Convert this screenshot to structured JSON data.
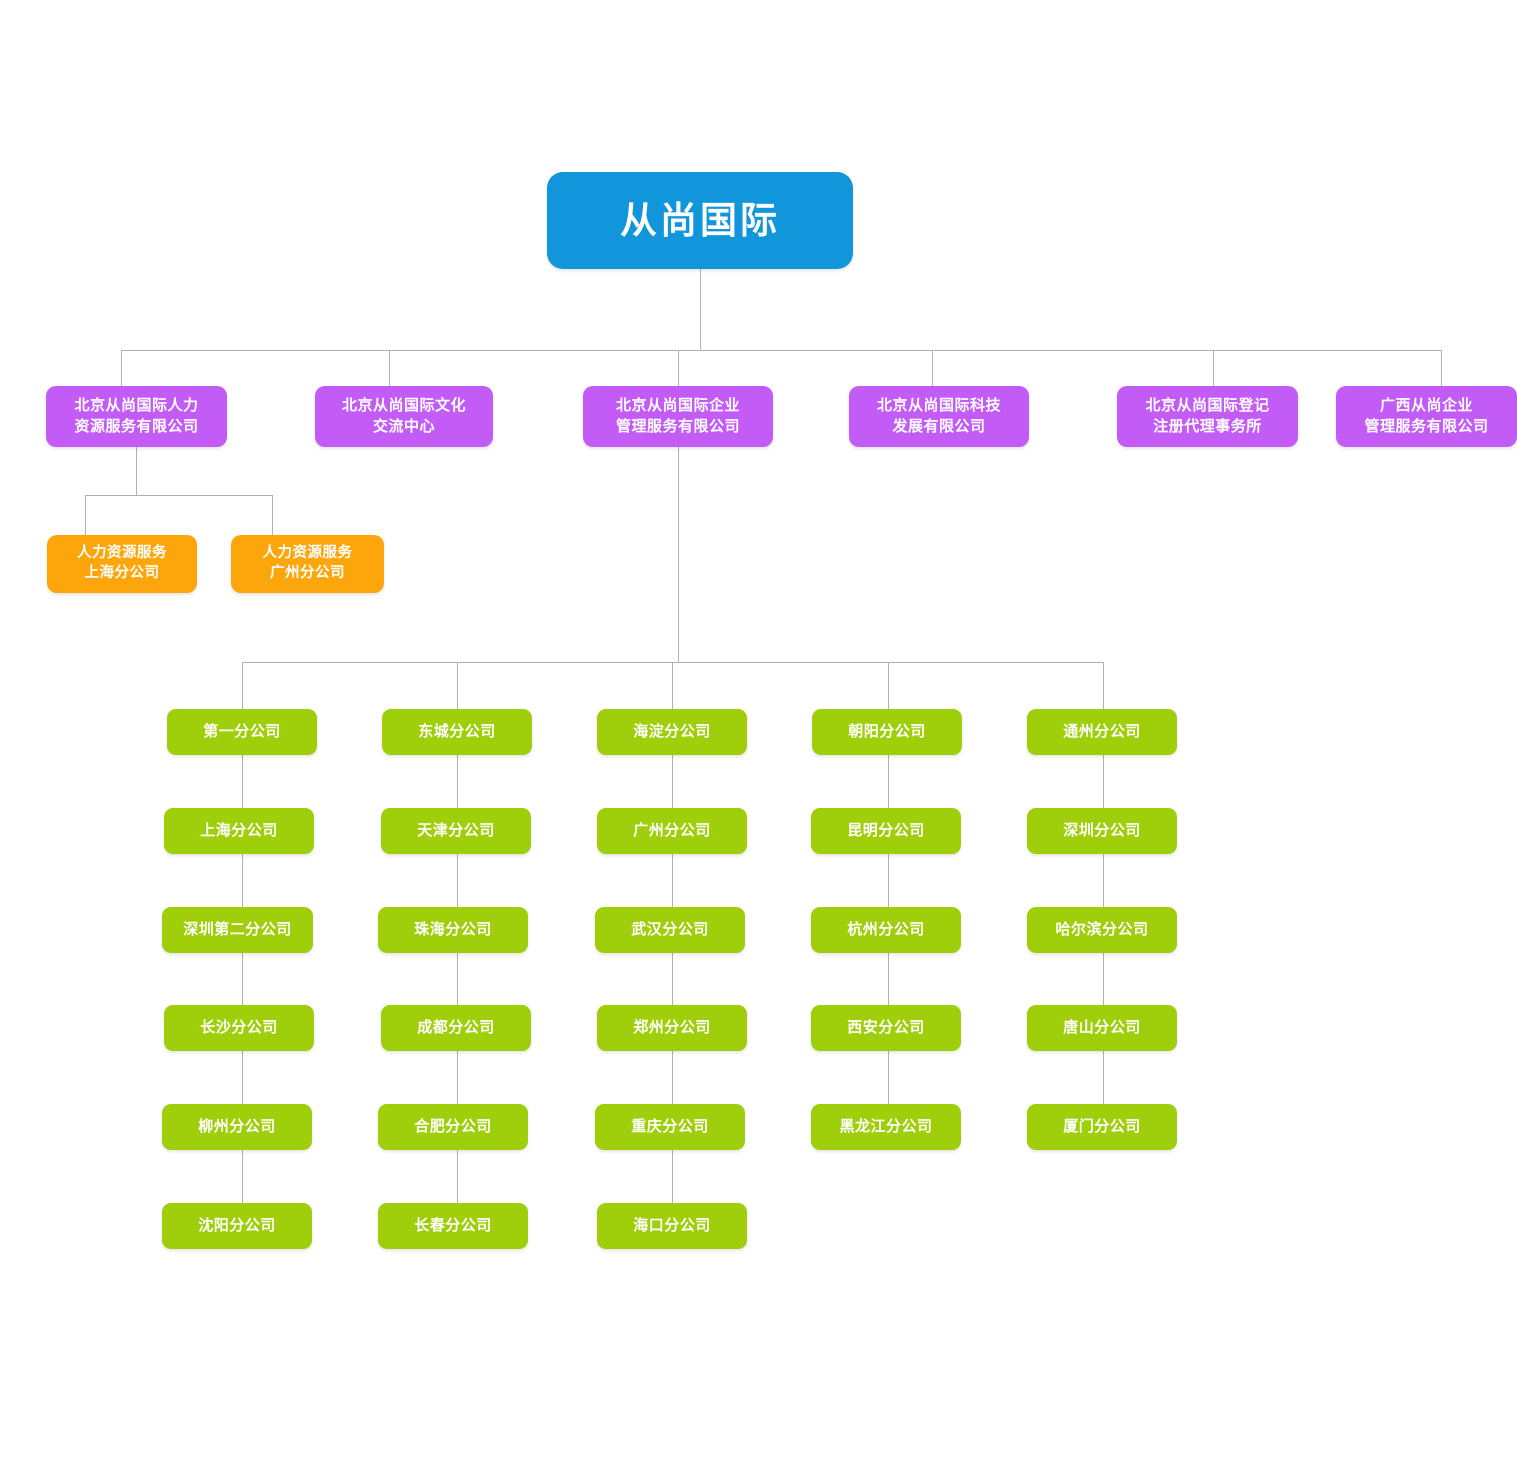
{
  "meta": {
    "title": "从尚国际 组织架构图",
    "background": "#ffffff"
  },
  "colors": {
    "root": "#1195db",
    "division": "#c35cf6",
    "branch_office": "#fca60b",
    "leaf": "#9fce0a",
    "connector": "#b0b0b0",
    "text": "#ffffff"
  },
  "root": {
    "label": "从尚国际"
  },
  "divisions": [
    {
      "id": "d1",
      "label": "北京从尚国际人力\n资源服务有限公司"
    },
    {
      "id": "d2",
      "label": "北京从尚国际文化\n交流中心"
    },
    {
      "id": "d3",
      "label": "北京从尚国际企业\n管理服务有限公司"
    },
    {
      "id": "d4",
      "label": "北京从尚国际科技\n发展有限公司"
    },
    {
      "id": "d5",
      "label": "北京从尚国际登记\n注册代理事务所"
    },
    {
      "id": "d6",
      "label": "广西从尚企业\n管理服务有限公司"
    }
  ],
  "hr_branches": [
    {
      "id": "hr1",
      "label": "人力资源服务\n上海分公司"
    },
    {
      "id": "hr2",
      "label": "人力资源服务\n广州分公司"
    }
  ],
  "leaf_columns": [
    {
      "id": "col1",
      "items": [
        "第一分公司",
        "上海分公司",
        "深圳第二分公司",
        "长沙分公司",
        "柳州分公司",
        "沈阳分公司"
      ]
    },
    {
      "id": "col2",
      "items": [
        "东城分公司",
        "天津分公司",
        "珠海分公司",
        "成都分公司",
        "合肥分公司",
        "长春分公司"
      ]
    },
    {
      "id": "col3",
      "items": [
        "海淀分公司",
        "广州分公司",
        "武汉分公司",
        "郑州分公司",
        "重庆分公司",
        "海口分公司"
      ]
    },
    {
      "id": "col4",
      "items": [
        "朝阳分公司",
        "昆明分公司",
        "杭州分公司",
        "西安分公司",
        "黑龙江分公司"
      ]
    },
    {
      "id": "col5",
      "items": [
        "通州分公司",
        "深圳分公司",
        "哈尔滨分公司",
        "唐山分公司",
        "厦门分公司"
      ]
    }
  ]
}
